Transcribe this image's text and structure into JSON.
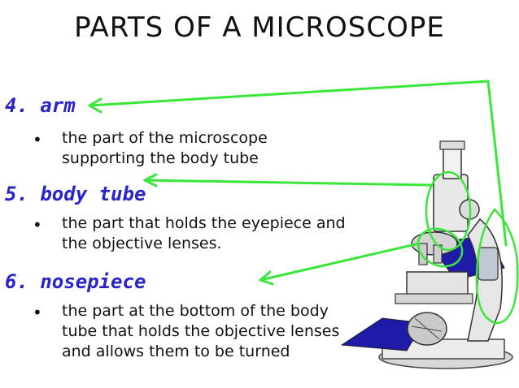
{
  "title": "PARTS OF A MICROSCOPE",
  "sections": [
    {
      "term": "4. arm",
      "description_lines": [
        "the part of the microscope",
        "supporting the body tube"
      ]
    },
    {
      "term": "5. body tube",
      "description_lines": [
        "the part that holds the eyepiece and",
        "the objective lenses."
      ]
    },
    {
      "term": "6. nosepiece",
      "description_lines": [
        "the part at the bottom of the body",
        "tube that holds the objective lenses",
        "and allows them to be turned"
      ]
    }
  ],
  "bullet_glyph": "•",
  "colors": {
    "term": "#2a23c9",
    "arrow": "#39e639",
    "stage_blue": "#1f1aa8"
  },
  "icons": [
    "microscope-illustration"
  ]
}
